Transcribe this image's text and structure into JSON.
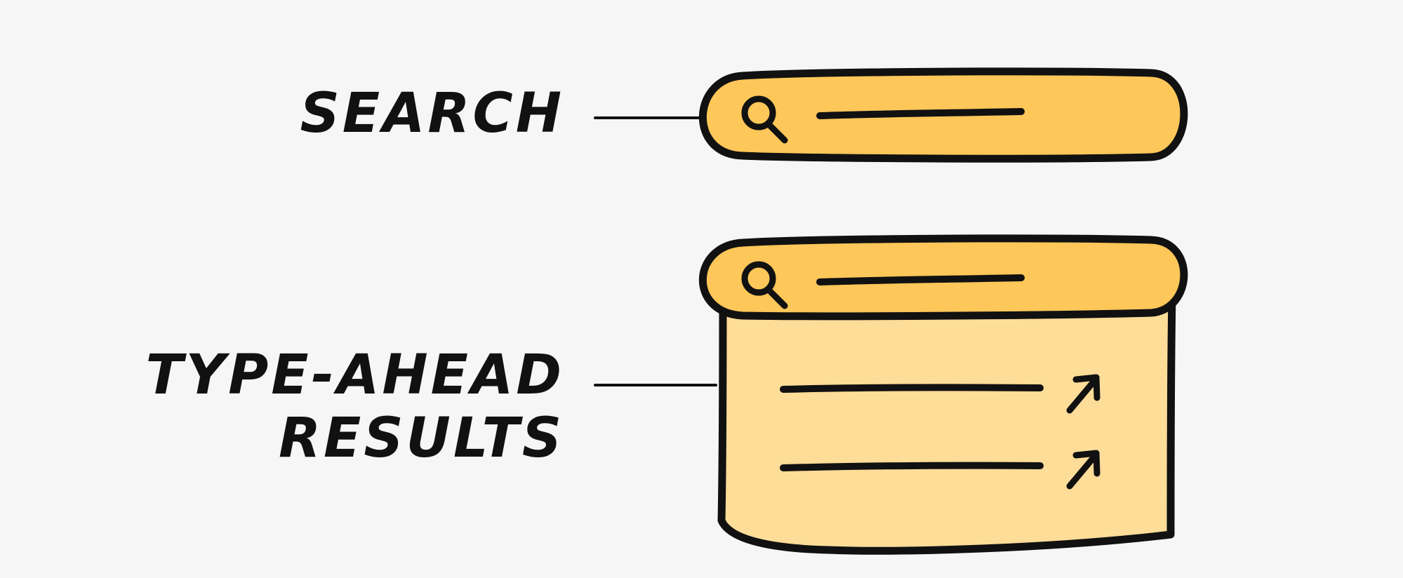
{
  "labels": {
    "search": "SEARCH",
    "typeahead_line1": "TYPE-AHEAD",
    "typeahead_line2": "RESULTS"
  },
  "colors": {
    "background": "#f6f6f6",
    "search_bar_fill": "#fec759",
    "results_panel_fill": "#fedd99",
    "stroke": "#111111"
  },
  "icons": {
    "search_bar_icon": "search-icon",
    "result_row_icon": "arrow-up-right-icon"
  },
  "results_count": 2
}
